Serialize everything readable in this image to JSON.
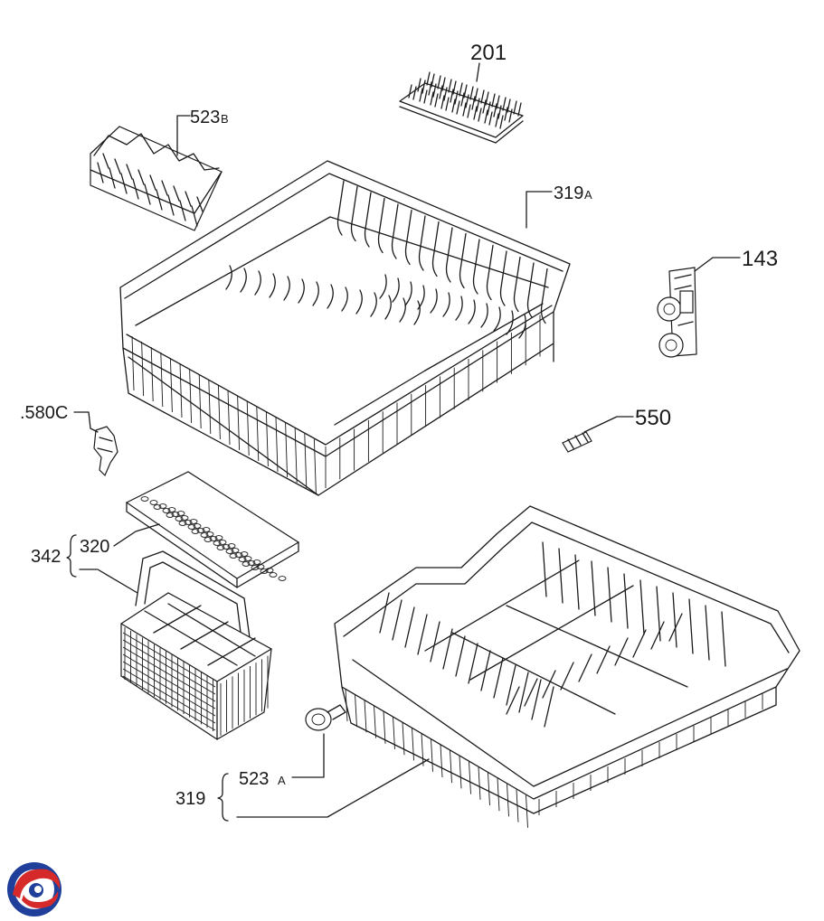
{
  "diagram": {
    "labels": {
      "p201": "201",
      "p523b_main": "523",
      "p523b_suffix": "B",
      "p319a_main": "319",
      "p319a_suffix": "A",
      "p143": "143",
      "p580c": ".580C",
      "p550": "550",
      "p342": "342",
      "p320": "320",
      "p523a_main": "523",
      "p523a_suffix": "A",
      "p319": "319"
    }
  },
  "logo": {
    "icon": "swirl-logo-icon",
    "colors": {
      "red": "#d62a2a",
      "blue": "#1f3f9a"
    }
  }
}
